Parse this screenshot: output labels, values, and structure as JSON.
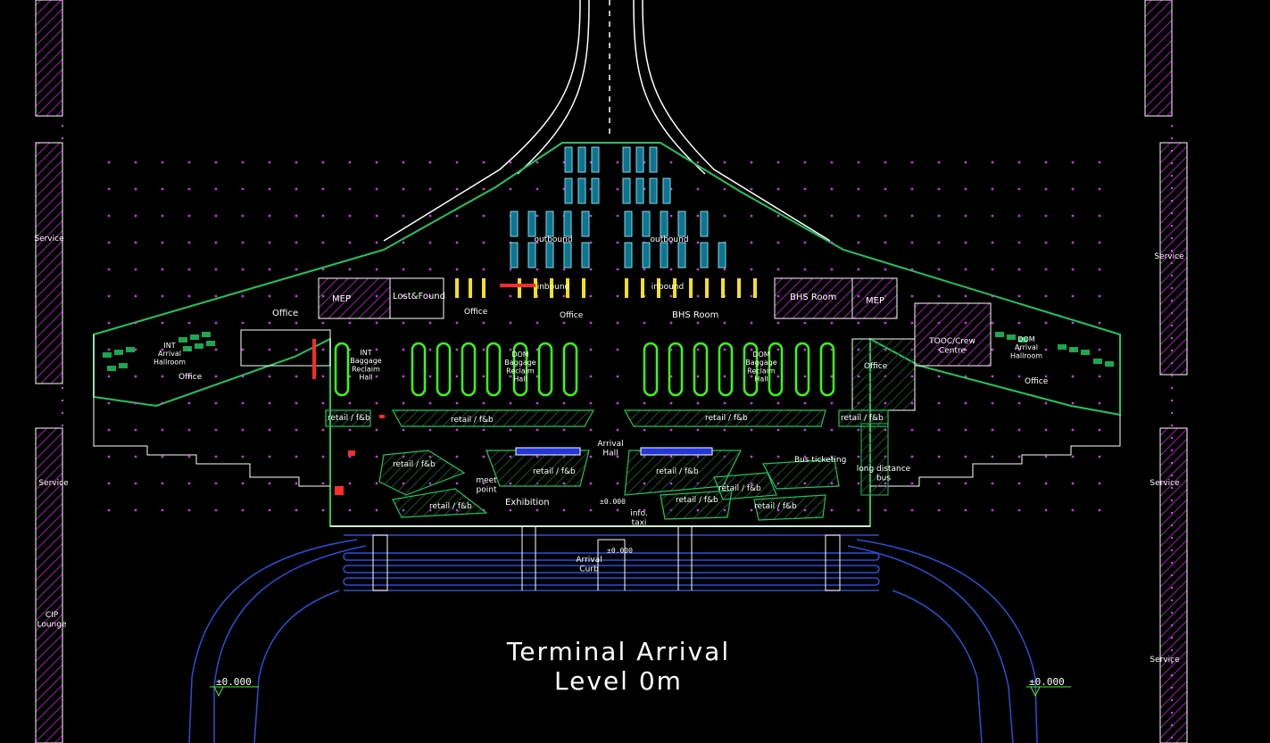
{
  "drawing": {
    "title_line1": "Terminal Arrival",
    "title_line2": "Level   0m",
    "colors": {
      "background": "#000000",
      "outline": "#ffffff",
      "wall": "#22c55e",
      "hatch": "#c026d3",
      "grid": "#8b5cf6",
      "road": "#2b4fd6",
      "belt": "#39ff14",
      "seat": "#7fd7e6",
      "counter": "#f5e11b",
      "accent_red": "#ff2a2a"
    }
  },
  "rooms": {
    "service_left_top": "Service",
    "service_left_mid": "Service",
    "service_right_top": "Service",
    "service_right_mid": "Service",
    "service_right_low": "Service",
    "cip_lounge": "CIP\nLounge",
    "outbound_left": "outbound",
    "outbound_right": "outbound",
    "inbound_left": "inbound",
    "inbound_right": "inbound",
    "mep_left": "MEP",
    "mep_right": "MEP",
    "lost_found": "Lost&Found",
    "office_top_left": "Office",
    "office_center": "Office",
    "office_center2": "Office",
    "bhs_room": "BHS Room",
    "bhs_room2": "BHS Room",
    "int_reclaim": "INT\nBaggage\nReclaim\nHall",
    "dom_reclaim_left": "DOM\nBaggage\nReclaim\nHall",
    "dom_reclaim_right": "DOM\nBaggage\nReclaim\nHall",
    "int_vip_left": "INT\nArrival\nHallroom",
    "dom_vip_right": "DOM\nArrival\nHallroom",
    "office_left": "Office",
    "office_right": "Office",
    "office_right2": "Office",
    "tooc": "TOOC/Crew\nCentre",
    "retail_1": "retail / f&b",
    "retail_2": "retail / f&b",
    "retail_3": "retail / f&b",
    "retail_4": "retail / f&b",
    "retail_5": "retail / f&b",
    "retail_6": "retail / f&b",
    "retail_7": "retail / f&b",
    "retail_8": "retail / f&b",
    "retail_9": "retail / f&b",
    "retail_10": "retail / f&b",
    "retail_11": "retail / f&b",
    "arrival_hall": "Arrival\nHall",
    "meet_point": "meet\npoint",
    "exhibition": "Exhibition",
    "info_taxi": "info.\ntaxi",
    "bus_ticketing": "Bus ticketing",
    "long_distance_bus": "long distance\nbus",
    "arrival_curb": "Arrival\nCurb",
    "level_center": "±0.000",
    "level_curb": "±0.000",
    "level_left": "±0.000",
    "level_right": "±0.000"
  }
}
